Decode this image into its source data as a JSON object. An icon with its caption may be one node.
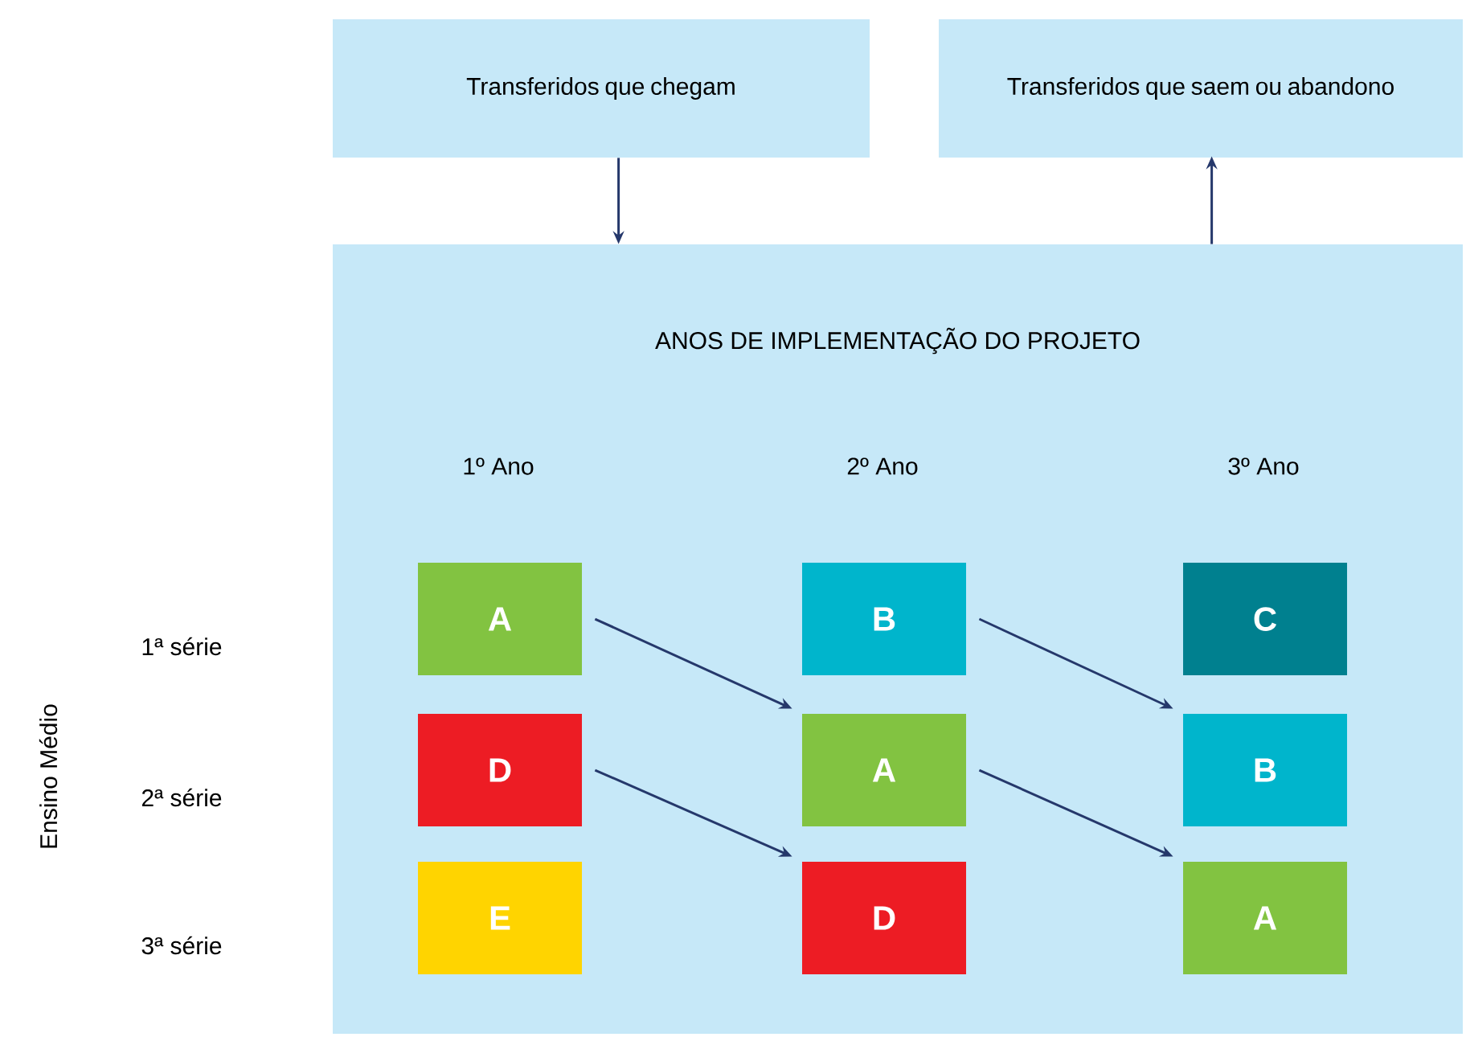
{
  "diagram": {
    "nodes": [
      {
        "text": [
          "Transferidos que chegam"
        ]
      },
      {
        "text": [
          "Transferidos que saem ou abandono"
        ]
      },
      {
        "text": [
          "ANOS DE IMPLEMENTAÇÃO DO PROJETO"
        ]
      },
      {
        "text": [
          "A"
        ],
        "in": 2
      },
      {
        "text": [
          "B"
        ],
        "in": 2
      },
      {
        "text": [
          "C"
        ],
        "in": 2
      },
      {
        "text": [
          "D"
        ],
        "in": 2
      },
      {
        "text": [
          "A"
        ],
        "in": 2
      },
      {
        "text": [
          "B"
        ],
        "in": 2
      },
      {
        "text": [
          "E"
        ],
        "in": 2
      },
      {
        "text": [
          "D"
        ],
        "in": 2
      },
      {
        "text": [
          "A"
        ],
        "in": 2
      }
    ],
    "edges": [
      {
        "from": 0,
        "to": 2,
        "arrow": "to"
      },
      {
        "from": 2,
        "to": 1,
        "arrow": "to"
      },
      {
        "from": 3,
        "to": 7,
        "arrow": "to"
      },
      {
        "from": 4,
        "to": 8,
        "arrow": "to"
      },
      {
        "from": 6,
        "to": 10,
        "arrow": "to"
      },
      {
        "from": 7,
        "to": 11,
        "arrow": "to"
      }
    ],
    "labels": [
      "1º Ano",
      "2º Ano",
      "3º Ano",
      "1ª série",
      "2ª série",
      "3ª série",
      "Ensino Médio"
    ]
  }
}
